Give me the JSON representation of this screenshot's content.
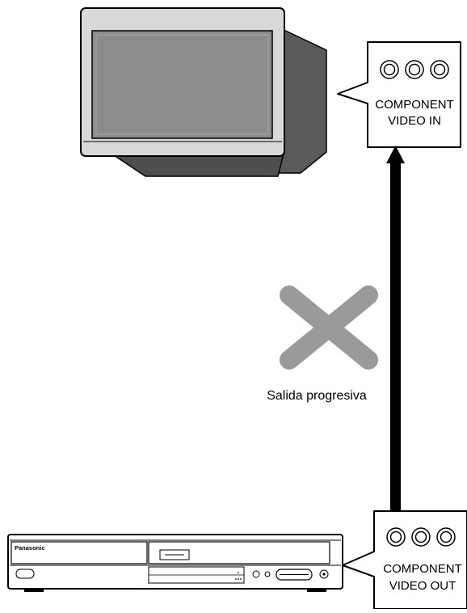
{
  "tv_port_box": {
    "line1": "COMPONENT",
    "line2": "VIDEO IN",
    "jack_count": 3
  },
  "recorder_port_box": {
    "line1": "COMPONENT",
    "line2": "VIDEO OUT",
    "jack_count": 3
  },
  "prohibited_label": "Salida progresiva",
  "recorder": {
    "brand": "Panasonic"
  },
  "colors": {
    "line": "#000000",
    "tv_body": "#d9d9d9",
    "tv_screen": "#8c8c8c",
    "cross": "#9a9a9a"
  }
}
